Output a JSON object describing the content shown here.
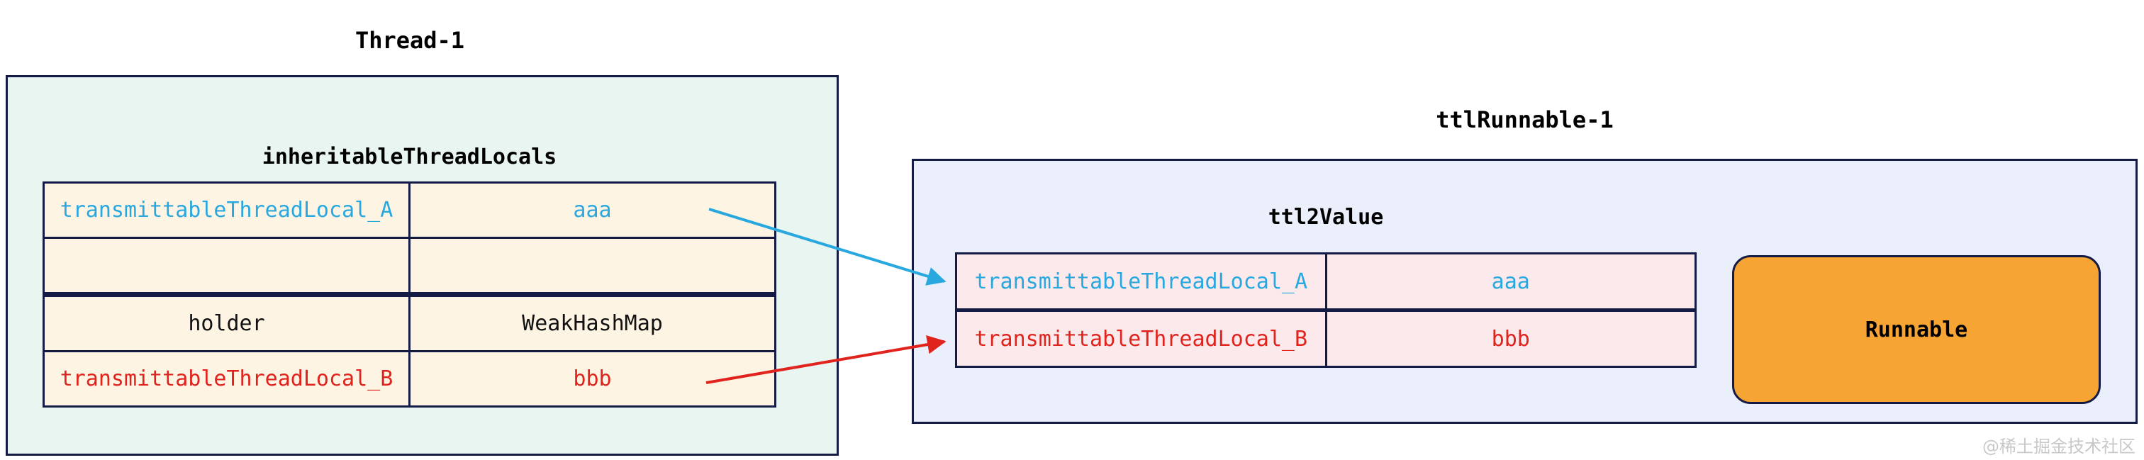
{
  "thread1": {
    "title": "Thread-1",
    "map_label": "inheritableThreadLocals",
    "table": {
      "rows": [
        [
          "transmittableThreadLocal_A",
          "aaa"
        ],
        [
          "",
          ""
        ],
        [
          "holder",
          "WeakHashMap"
        ],
        [
          "transmittableThreadLocal_B",
          "bbb"
        ]
      ]
    }
  },
  "ttl_runnable": {
    "title": "ttlRunnable-1",
    "map_label": "ttl2Value",
    "table": {
      "rows": [
        [
          "transmittableThreadLocal_A",
          "aaa"
        ],
        [
          "transmittableThreadLocal_B",
          "bbb"
        ]
      ]
    },
    "runnable_label": "Runnable"
  },
  "arrows": [
    {
      "name": "arrow-ttl-a",
      "color": "#29a8df",
      "from": "Thread-1.inheritableThreadLocals.transmittableThreadLocal_A=aaa",
      "to": "ttlRunnable-1.ttl2Value.transmittableThreadLocal_A"
    },
    {
      "name": "arrow-ttl-b",
      "color": "#e0231d",
      "from": "Thread-1.inheritableThreadLocals.transmittableThreadLocal_B=bbb",
      "to": "ttlRunnable-1.ttl2Value.transmittableThreadLocal_B"
    }
  ],
  "watermark": {
    "text": "@稀土掘金技术社区",
    "color": "#c8c8c8"
  },
  "colors": {
    "thread1_box_fill": "#e8f5f0",
    "thread1_cell_fill": "#fdf4e3",
    "ttl_box_fill": "#eaeffb",
    "ttl_cell_fill": "#fce9ec",
    "runnable_fill": "#f6a434",
    "border": "#141b45",
    "cyan_text": "#29a8df",
    "red_text": "#e0231d"
  }
}
